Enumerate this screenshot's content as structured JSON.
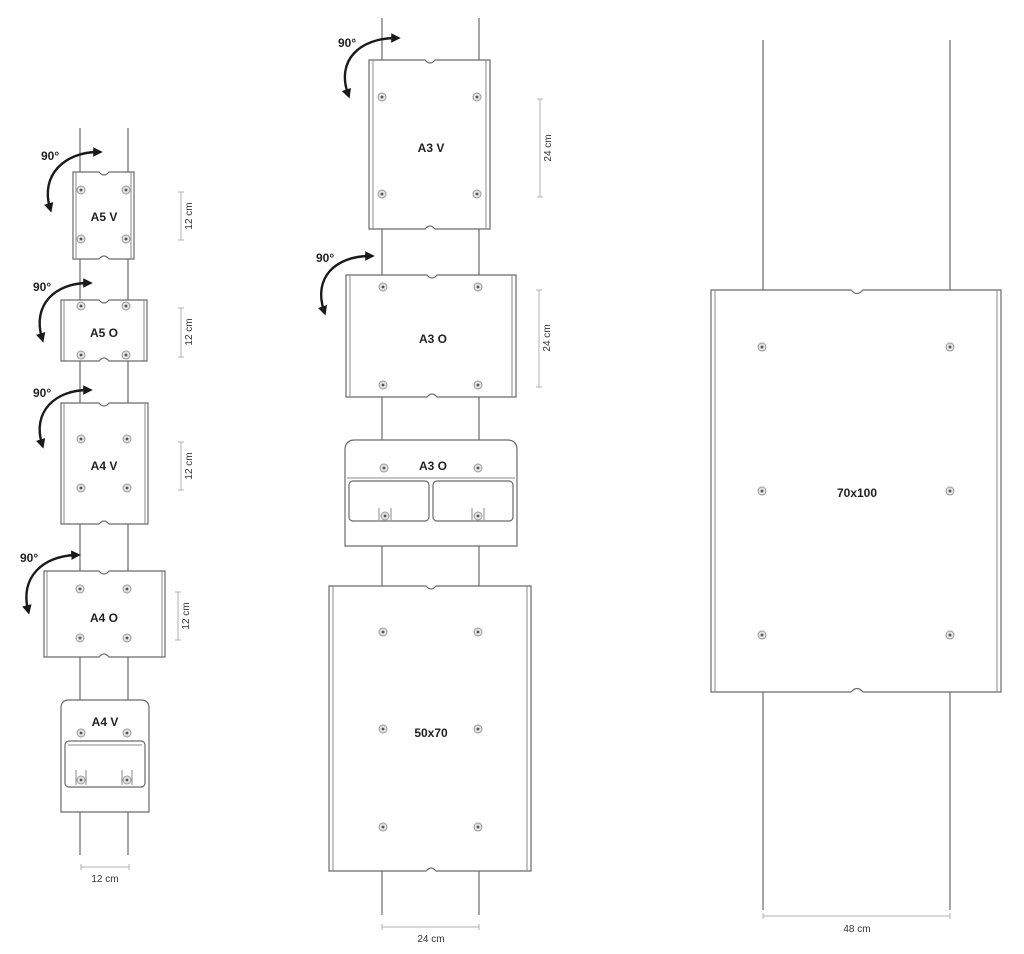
{
  "diagram": {
    "columns": [
      {
        "id": "small",
        "rail_spacing_label": "12 cm",
        "panels": [
          {
            "label": "A5 V",
            "rotation": "90°",
            "dimension": "12 cm"
          },
          {
            "label": "A5 O",
            "rotation": "90°",
            "dimension": "12 cm"
          },
          {
            "label": "A4 V",
            "rotation": "90°",
            "dimension": "12 cm"
          },
          {
            "label": "A4 O",
            "rotation": "90°",
            "dimension": "12 cm"
          },
          {
            "label": "A4 V",
            "type": "brochure-pocket"
          }
        ]
      },
      {
        "id": "medium",
        "rail_spacing_label": "24 cm",
        "panels": [
          {
            "label": "A3 V",
            "rotation": "90°",
            "dimension": "24 cm"
          },
          {
            "label": "A3 O",
            "rotation": "90°",
            "dimension": "24 cm"
          },
          {
            "label": "A3 O",
            "type": "brochure-pocket"
          },
          {
            "label": "50x70"
          }
        ]
      },
      {
        "id": "large",
        "rail_spacing_label": "48 cm",
        "panels": [
          {
            "label": "70x100"
          }
        ]
      }
    ]
  },
  "colors": {
    "line": "#6a6a6a",
    "dimension_line": "#b0b0b0",
    "arrow": "#1a1a1a",
    "background": "#ffffff"
  }
}
